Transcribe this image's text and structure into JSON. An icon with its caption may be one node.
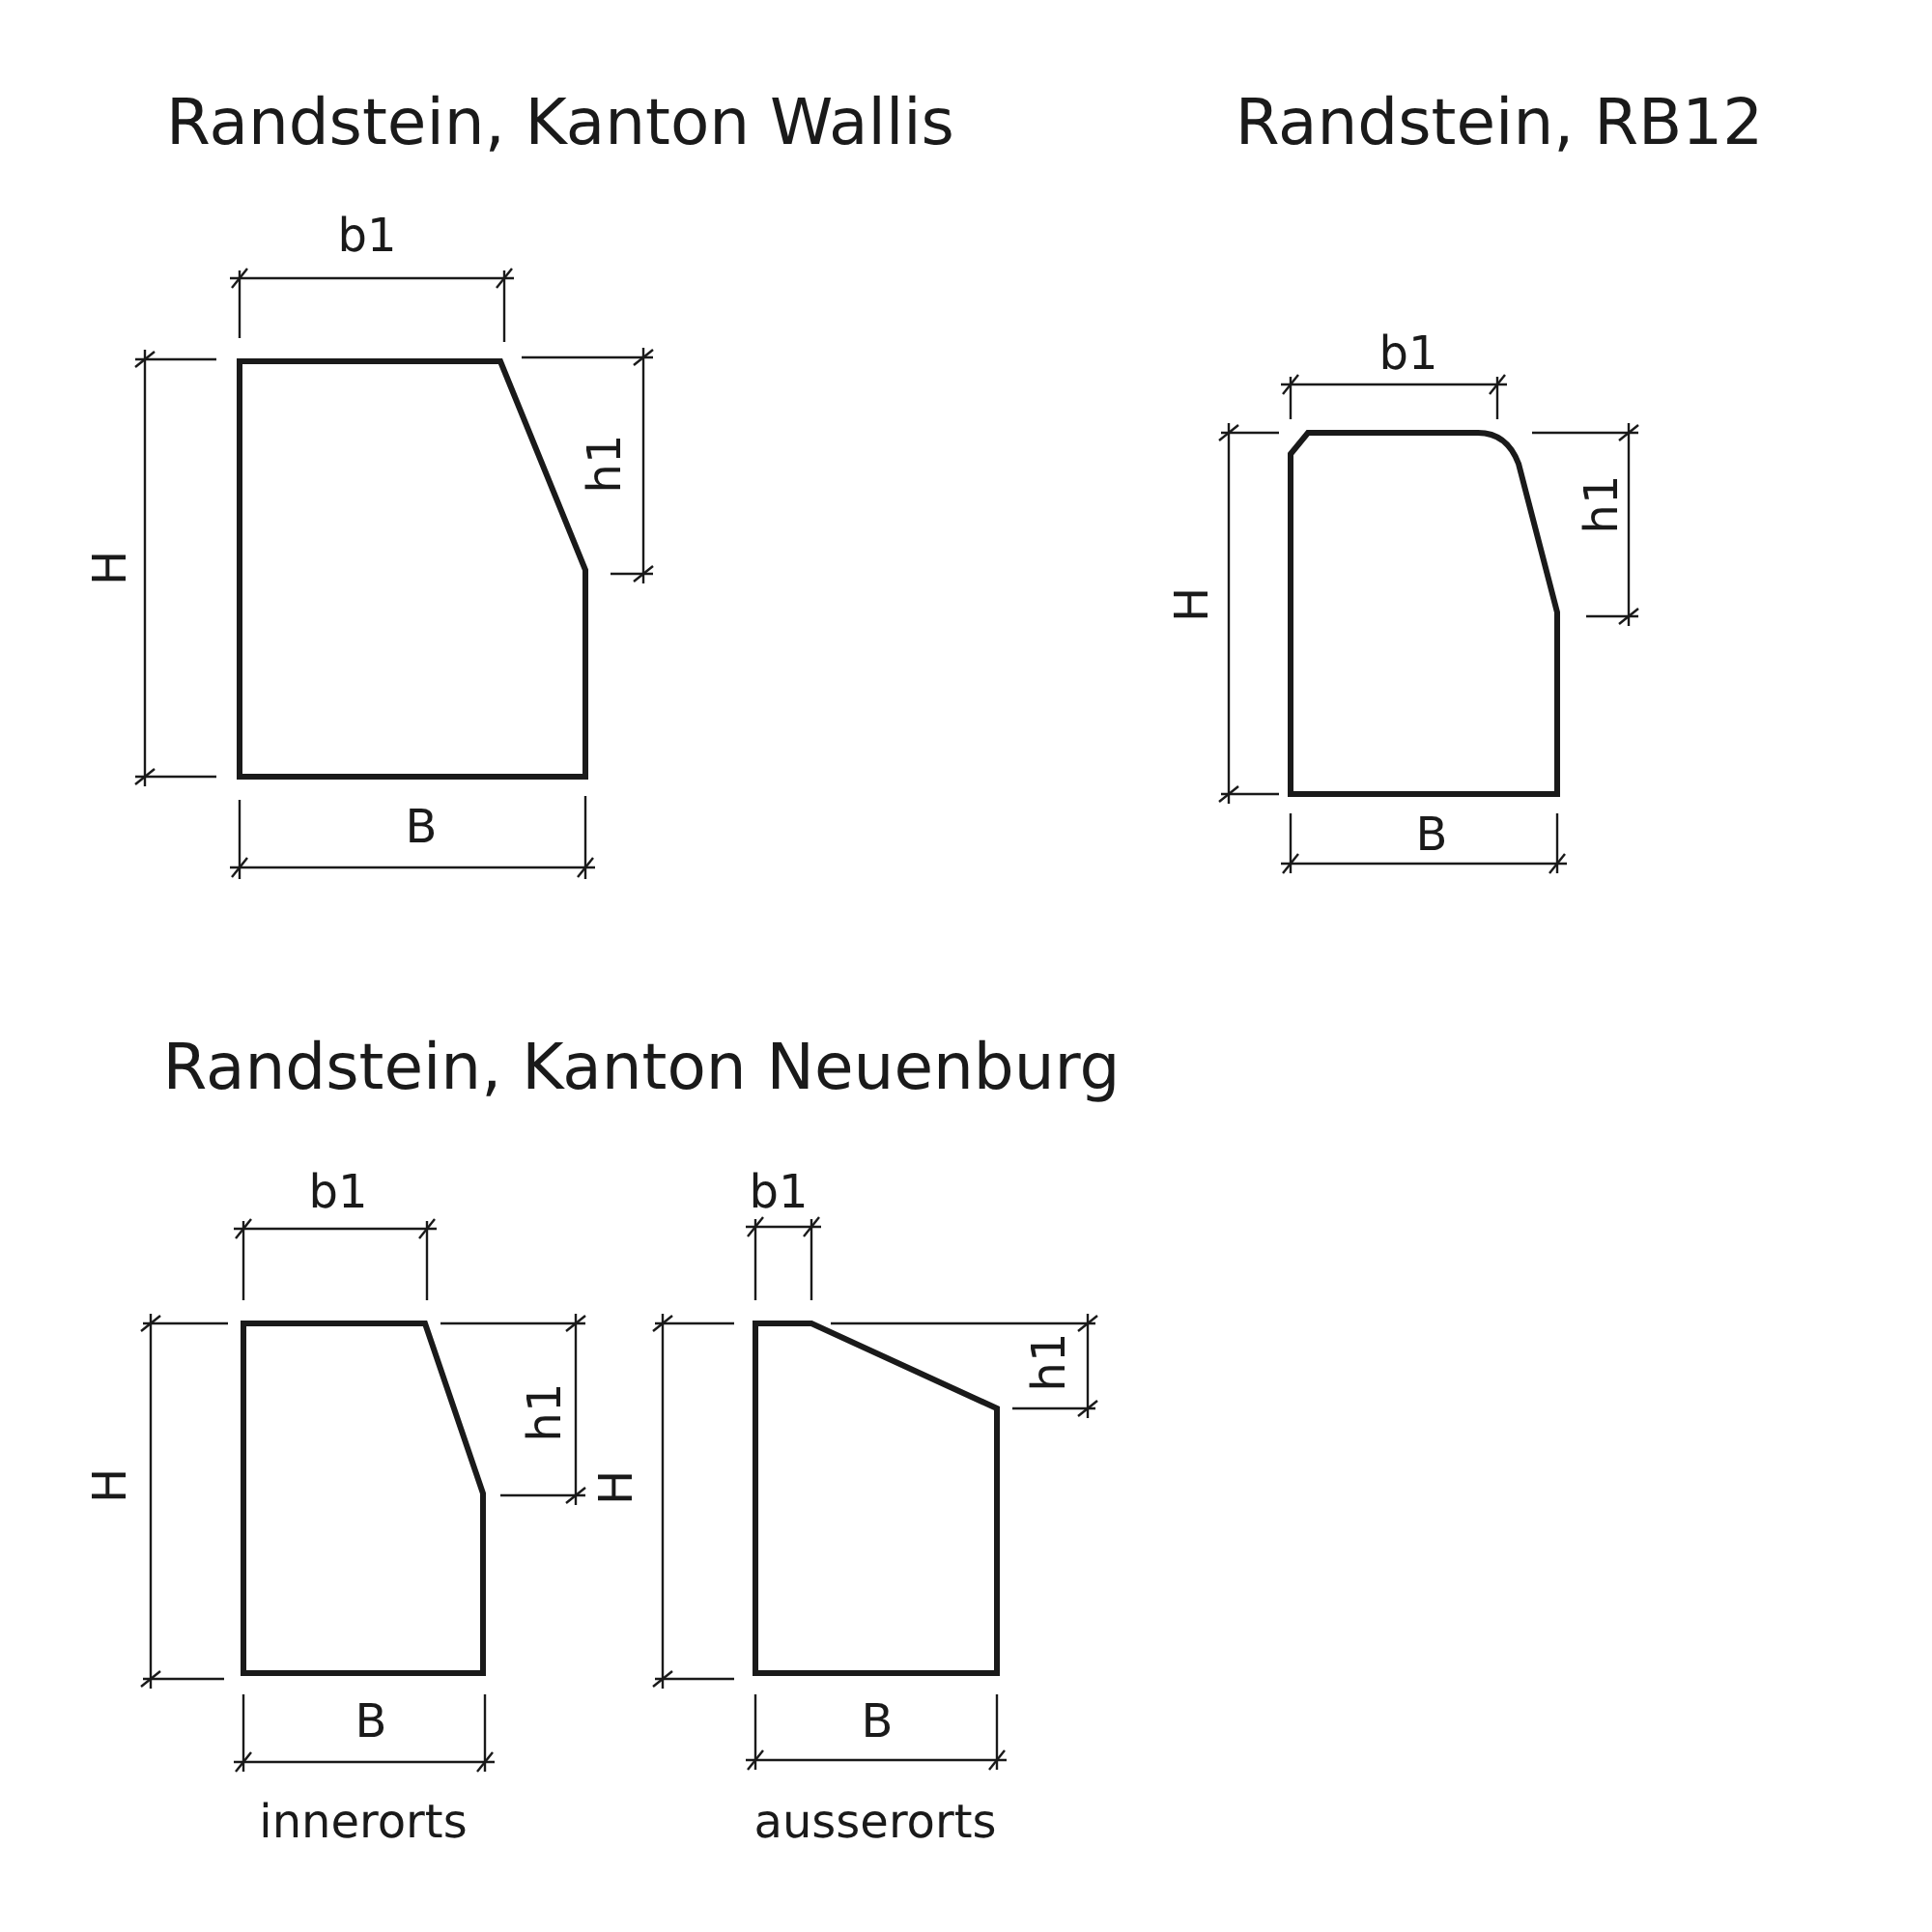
{
  "diagram": {
    "labels": [
      "Randstein, Kanton Wallis",
      "Randstein, RB12",
      "b1",
      "b1",
      "h1",
      "H",
      "h1",
      "H",
      "B",
      "B",
      "Randstein, Kanton Neuenburg",
      "b1",
      "b1",
      "h1",
      "H",
      "h1",
      "H",
      "B",
      "B",
      "innerorts",
      "ausserorts"
    ]
  }
}
